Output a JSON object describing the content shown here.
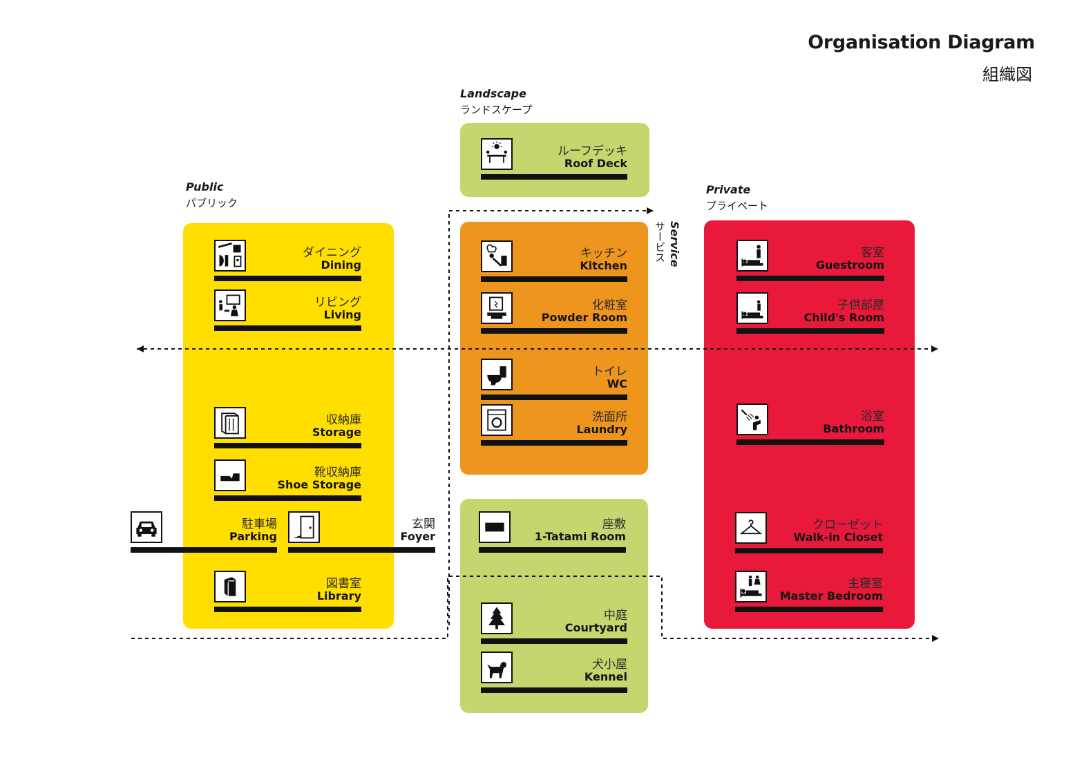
{
  "title": {
    "en": "Organisation Diagram",
    "jp": "組織図"
  },
  "zones": {
    "public": {
      "en": "Public",
      "jp": "パブリック",
      "color": "#FFDE00"
    },
    "landscape": {
      "en": "Landscape",
      "jp": "ランドスケープ",
      "color": "#C5D66F"
    },
    "service": {
      "en": "Service",
      "jp": "サービス",
      "color": "#EE951E"
    },
    "private": {
      "en": "Private",
      "jp": "プライベート",
      "color": "#E8193A"
    }
  },
  "rooms": {
    "roof_deck": {
      "jp": "ルーフデッキ",
      "en": "Roof Deck",
      "icon": "sun-table-icon"
    },
    "dining": {
      "jp": "ダイニング",
      "en": "Dining",
      "icon": "dining-icon"
    },
    "living": {
      "jp": "リビング",
      "en": "Living",
      "icon": "living-icon"
    },
    "storage": {
      "jp": "収納庫",
      "en": "Storage",
      "icon": "cabinet-icon"
    },
    "shoe_storage": {
      "jp": "靴収納庫",
      "en": "Shoe Storage",
      "icon": "shoe-icon"
    },
    "parking": {
      "jp": "駐車場",
      "en": "Parking",
      "icon": "car-icon"
    },
    "foyer": {
      "jp": "玄関",
      "en": "Foyer",
      "icon": "door-icon"
    },
    "library": {
      "jp": "図書室",
      "en": "Library",
      "icon": "book-icon"
    },
    "kitchen": {
      "jp": "キッチン",
      "en": "Kitchen",
      "icon": "chef-icon"
    },
    "powder_room": {
      "jp": "化粧室",
      "en": "Powder Room",
      "icon": "mirror-icon"
    },
    "wc": {
      "jp": "トイレ",
      "en": "WC",
      "icon": "toilet-icon"
    },
    "laundry": {
      "jp": "洗面所",
      "en": "Laundry",
      "icon": "washer-icon"
    },
    "tatami": {
      "jp": "座敷",
      "en": "1-Tatami Room",
      "icon": "tatami-icon"
    },
    "courtyard": {
      "jp": "中庭",
      "en": "Courtyard",
      "icon": "tree-icon"
    },
    "kennel": {
      "jp": "犬小屋",
      "en": "Kennel",
      "icon": "dog-icon"
    },
    "guestroom": {
      "jp": "客室",
      "en": "Guestroom",
      "icon": "guest-bed-icon"
    },
    "childs_room": {
      "jp": "子供部屋",
      "en": "Child's Room",
      "icon": "child-bed-icon"
    },
    "bathroom": {
      "jp": "浴室",
      "en": "Bathroom",
      "icon": "shower-icon"
    },
    "walkin_closet": {
      "jp": "クローゼット",
      "en": "Walk-in Closet",
      "icon": "hanger-icon"
    },
    "master_bedroom": {
      "jp": "主寝室",
      "en": "Master Bedroom",
      "icon": "couple-bed-icon"
    }
  }
}
